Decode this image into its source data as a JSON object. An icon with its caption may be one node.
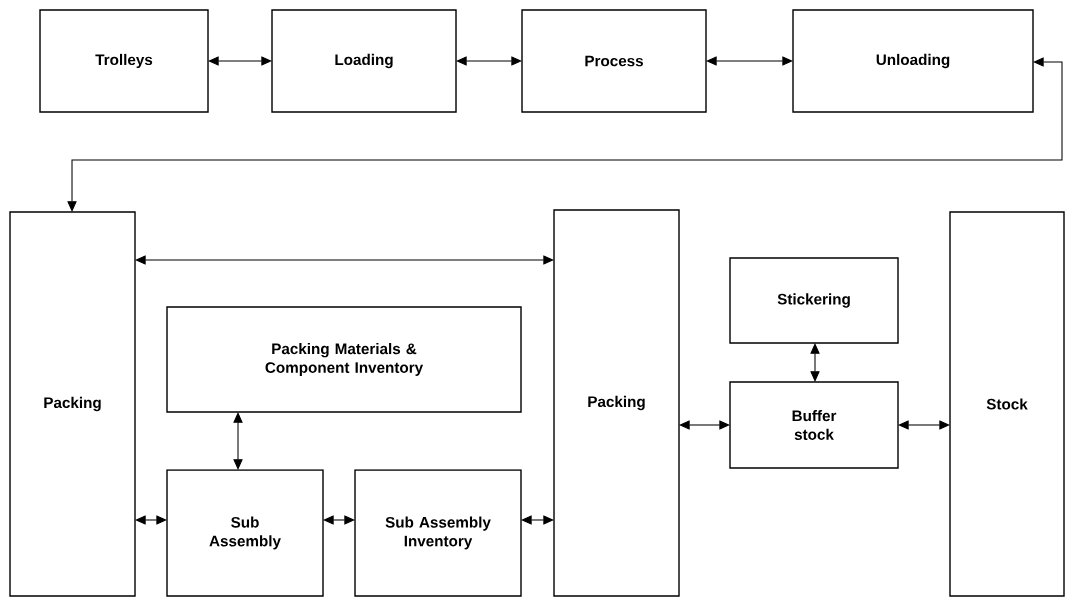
{
  "diagram": {
    "nodes": [
      {
        "text": [
          "Trolleys"
        ]
      },
      {
        "text": [
          "Loading"
        ]
      },
      {
        "text": [
          "Process"
        ]
      },
      {
        "text": [
          "Unloading"
        ]
      },
      {
        "text": [
          "Packing"
        ]
      },
      {
        "text": [
          "Packing Materials & Component Inventory"
        ]
      },
      {
        "text": [
          "Sub Assembly"
        ]
      },
      {
        "text": [
          "Sub Assembly Inventory"
        ]
      },
      {
        "text": [
          "Packing"
        ]
      },
      {
        "text": [
          "Stickering"
        ]
      },
      {
        "text": [
          "Buffer stock"
        ]
      },
      {
        "text": [
          "Stock"
        ]
      }
    ],
    "edges": [
      {
        "from": 0,
        "to": 1,
        "arrow": "both"
      },
      {
        "from": 1,
        "to": 2,
        "arrow": "both"
      },
      {
        "from": 2,
        "to": 3,
        "arrow": "both"
      },
      {
        "from": 3,
        "to": 4,
        "arrow": "both"
      },
      {
        "from": 4,
        "to": 8,
        "arrow": "both"
      },
      {
        "from": 5,
        "to": 6,
        "arrow": "both"
      },
      {
        "from": 4,
        "to": 6,
        "arrow": "both"
      },
      {
        "from": 6,
        "to": 7,
        "arrow": "both"
      },
      {
        "from": 7,
        "to": 8,
        "arrow": "both"
      },
      {
        "from": 8,
        "to": 10,
        "arrow": "both"
      },
      {
        "from": 9,
        "to": 10,
        "arrow": "both"
      },
      {
        "from": 10,
        "to": 11,
        "arrow": "both"
      }
    ]
  }
}
